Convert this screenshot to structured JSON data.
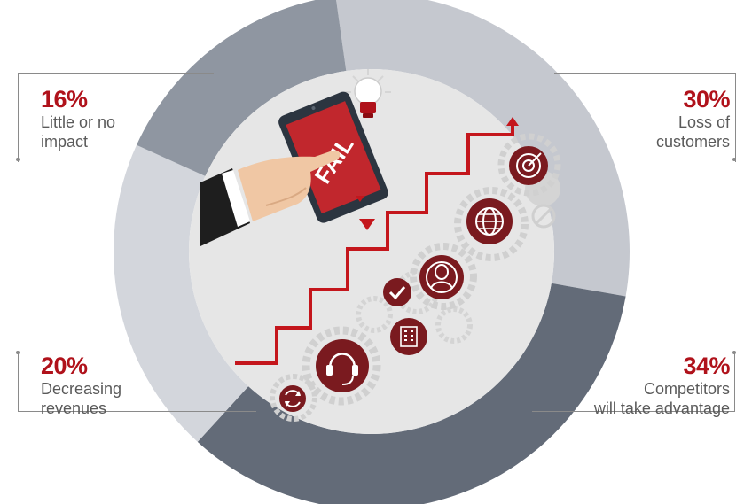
{
  "colors": {
    "accent": "#b0121b",
    "label": "#5a5a5a",
    "ring_light": "#c5c8cf",
    "ring_mid": "#8f96a1",
    "ring_dark": "#636b78",
    "ring_pale": "#d3d6dc",
    "inner_bg": "#e6e6e6",
    "stair": "#c4161c",
    "gear": "#cfcfcf",
    "icon_fill": "#7a1a1f"
  },
  "chart_data": {
    "type": "pie",
    "donut": true,
    "series": [
      {
        "label": "Loss of customers",
        "percent_label": "30%",
        "value": 30
      },
      {
        "label": "Competitors will take advantage",
        "percent_label": "34%",
        "value": 34
      },
      {
        "label": "Decreasing revenues",
        "percent_label": "20%",
        "value": 20
      },
      {
        "label": "Little or no impact",
        "percent_label": "16%",
        "value": 16
      }
    ]
  },
  "callouts": {
    "top_left": {
      "pct": "16%",
      "line1": "Little or no",
      "line2": "impact"
    },
    "top_right": {
      "pct": "30%",
      "line1": "Loss of",
      "line2": "customers"
    },
    "bottom_left": {
      "pct": "20%",
      "line1": "Decreasing",
      "line2": "revenues"
    },
    "bottom_right": {
      "pct": "34%",
      "line1": "Competitors",
      "line2": "will take advantage"
    }
  },
  "illustration": {
    "tablet_text": "FAIL",
    "icons": [
      "hand-icon",
      "tablet-icon",
      "lightbulb-icon",
      "target-icon",
      "globe-icon",
      "person-icon",
      "checkmark-icon",
      "building-icon",
      "headset-icon",
      "refresh-icon",
      "gear-icon"
    ]
  }
}
